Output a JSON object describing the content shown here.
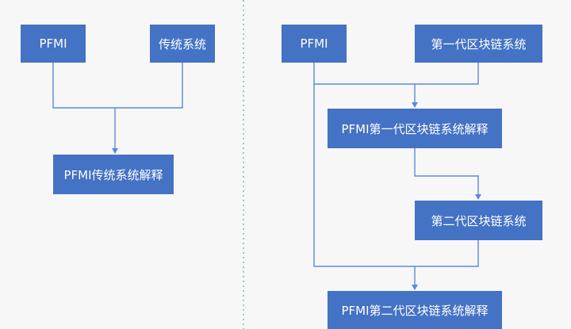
{
  "left": {
    "pfmi": "PFMI",
    "traditional_system": "传统系统",
    "explanation": "PFMI传统系统解释"
  },
  "right": {
    "pfmi": "PFMI",
    "gen1_system": "第一代区块链系统",
    "gen1_explanation": "PFMI第一代区块链系统解释",
    "gen2_system": "第二代区块链系统",
    "gen2_explanation": "PFMI第二代区块链系统解释"
  },
  "colors": {
    "box_fill": "#4472c4",
    "connector": "#5b8bd6",
    "divider": "#4fb3a6",
    "background": "#f7f7f7"
  }
}
